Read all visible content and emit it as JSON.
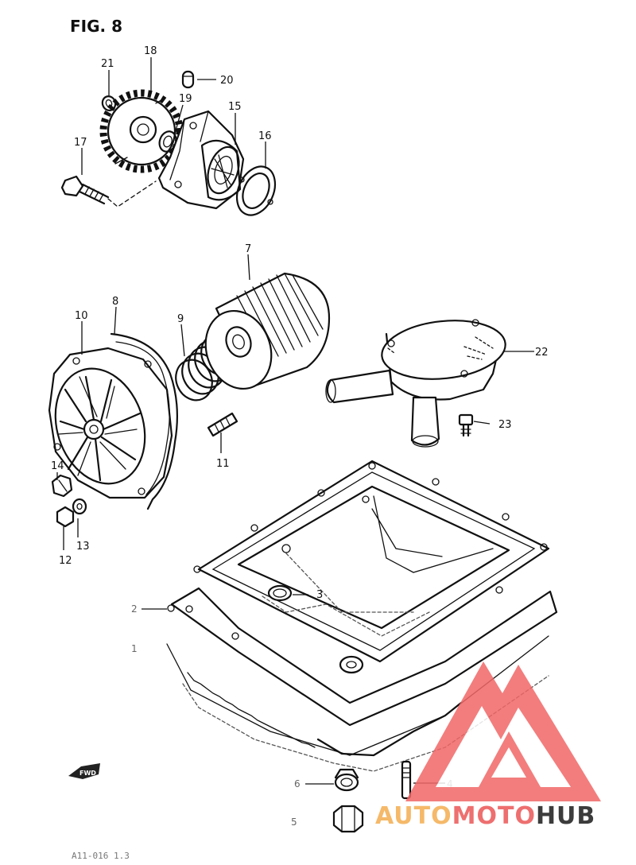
{
  "figure": {
    "title": "FIG. 8"
  },
  "callouts": [
    "1",
    "2",
    "3",
    "4",
    "5",
    "6",
    "7",
    "8",
    "9",
    "10",
    "11",
    "12",
    "13",
    "14",
    "15",
    "16",
    "17",
    "18",
    "19",
    "20",
    "21",
    "22",
    "23"
  ],
  "fwd_label": "FWD",
  "footer_code": "A11-016 1.3",
  "watermark": {
    "part1": "AUTO",
    "part2": "MOTO",
    "part3": "HUB",
    "colors": {
      "auto": "#f5b969",
      "moto": "#ee6f6f",
      "hub": "#3c3c3c",
      "triangle": "#f26767"
    }
  }
}
